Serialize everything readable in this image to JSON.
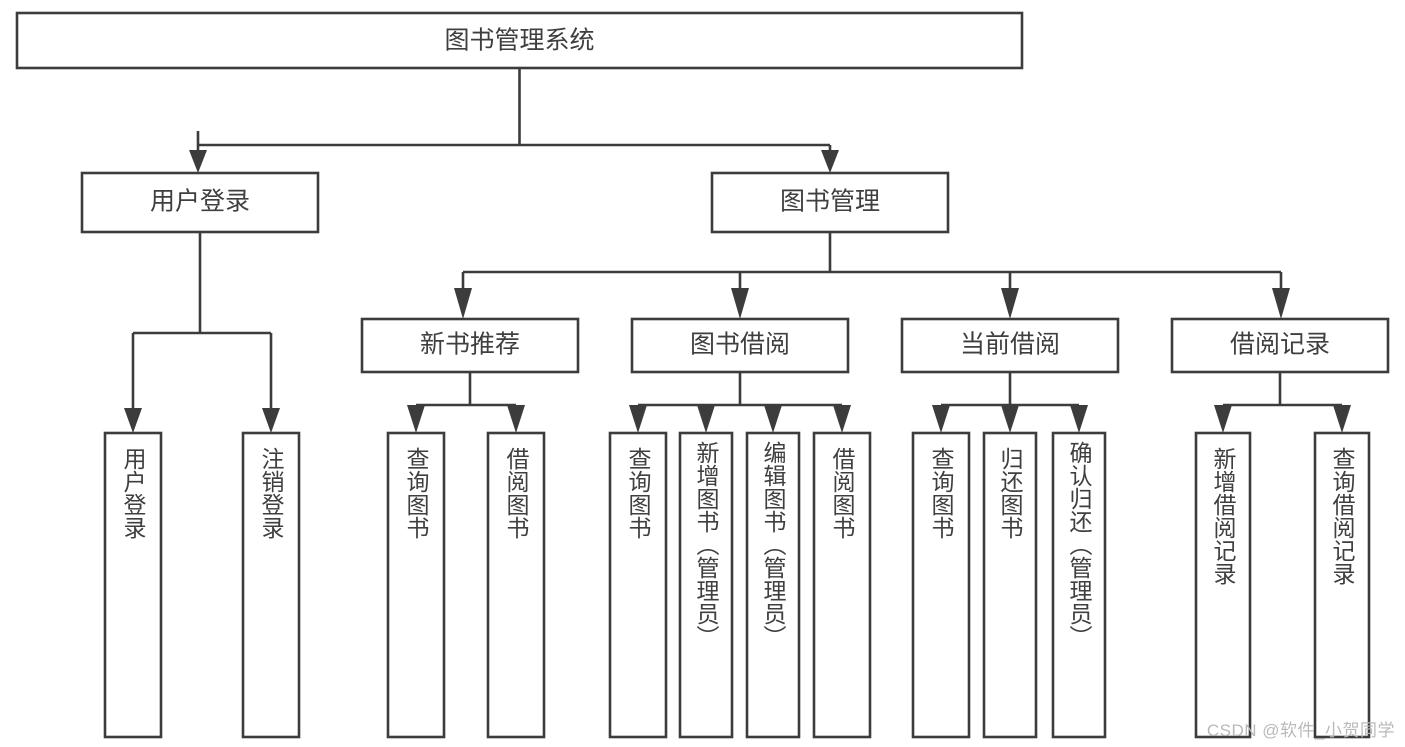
{
  "diagram": {
    "type": "tree-hierarchy",
    "title": "图书管理系统",
    "watermark": "CSDN @软件_小贺同学",
    "colors": {
      "stroke": "#3c3c3c",
      "fill": "#ffffff",
      "text": "#3f3f3f",
      "watermark": "#b9b9b9",
      "background": "#ffffff"
    },
    "root": {
      "label": "图书管理系统",
      "level": 0
    },
    "level1": [
      {
        "label": "用户登录",
        "level": 1
      },
      {
        "label": "图书管理",
        "level": 1
      }
    ],
    "level2": [
      {
        "label": "新书推荐",
        "level": 2,
        "parent": "图书管理"
      },
      {
        "label": "图书借阅",
        "level": 2,
        "parent": "图书管理"
      },
      {
        "label": "当前借阅",
        "level": 2,
        "parent": "图书管理"
      },
      {
        "label": "借阅记录",
        "level": 2,
        "parent": "图书管理"
      }
    ],
    "leaves": {
      "用户登录": [
        "用户登录",
        "注销登录"
      ],
      "新书推荐": [
        "查询图书",
        "借阅图书"
      ],
      "图书借阅": [
        "查询图书",
        "新增图书（管理员）",
        "编辑图书（管理员）",
        "借阅图书"
      ],
      "当前借阅": [
        "查询图书",
        "归还图书",
        "确认归还（管理员）"
      ],
      "借阅记录": [
        "新增借阅记录",
        "查询借阅记录"
      ]
    },
    "leaf_list": [
      {
        "label": "用户登录",
        "group": "用户登录"
      },
      {
        "label": "注销登录",
        "group": "用户登录"
      },
      {
        "label": "查询图书",
        "group": "新书推荐"
      },
      {
        "label": "借阅图书",
        "group": "新书推荐"
      },
      {
        "label": "查询图书",
        "group": "图书借阅"
      },
      {
        "label": "新增图书（管理员）",
        "group": "图书借阅"
      },
      {
        "label": "编辑图书（管理员）",
        "group": "图书借阅"
      },
      {
        "label": "借阅图书",
        "group": "图书借阅"
      },
      {
        "label": "查询图书",
        "group": "当前借阅"
      },
      {
        "label": "归还图书",
        "group": "当前借阅"
      },
      {
        "label": "确认归还（管理员）",
        "group": "当前借阅"
      },
      {
        "label": "新增借阅记录",
        "group": "借阅记录"
      },
      {
        "label": "查询借阅记录",
        "group": "借阅记录"
      }
    ]
  }
}
